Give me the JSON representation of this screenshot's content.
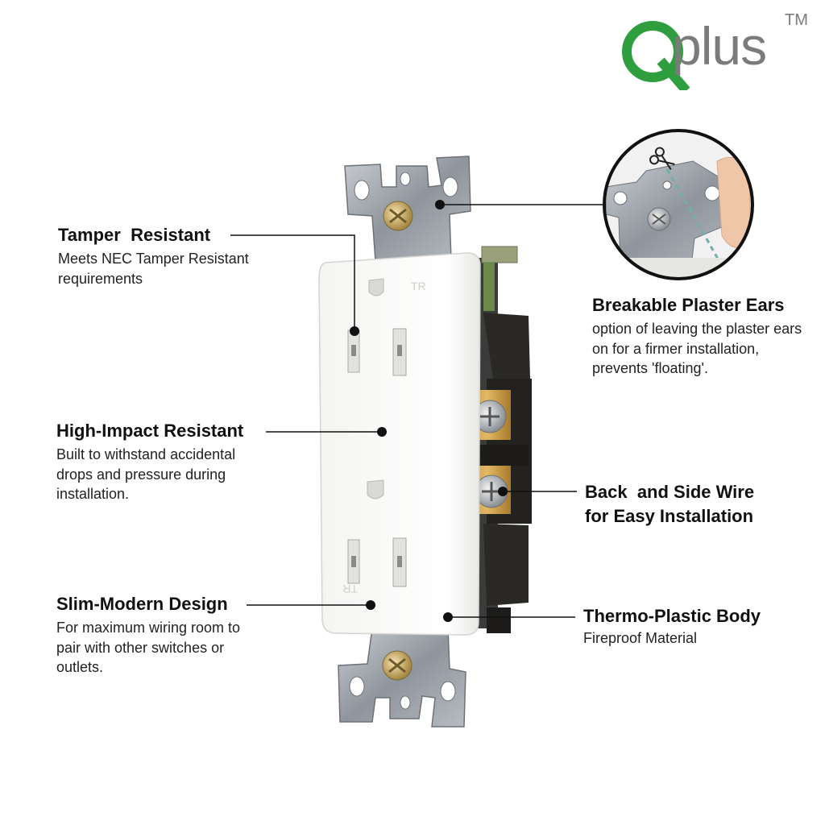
{
  "brand": {
    "name": "Qplus",
    "mark_letter": "Q",
    "text_rest": "plus",
    "trademark": "TM",
    "colors": {
      "q_green": "#2f9e3e",
      "text_gray": "#7b7b7b"
    }
  },
  "outlet": {
    "tr_marking": "TR"
  },
  "features": {
    "tamper": {
      "title": "Tamper  Resistant",
      "desc": "Meets NEC Tamper Resistant requirements"
    },
    "impact": {
      "title": "High-Impact Resistant",
      "desc": "Built to withstand accidental drops and pressure during installation."
    },
    "slim": {
      "title": "Slim-Modern Design",
      "desc": "For maximum wiring room to pair with other switches or outlets."
    },
    "ears": {
      "title": "Breakable Plaster Ears",
      "desc": "option of leaving the plaster ears on for a firmer installation, prevents 'floating'."
    },
    "wire": {
      "title_line1": "Back  and Side Wire",
      "title_line2": "for Easy Installation"
    },
    "body": {
      "title": "Thermo-Plastic Body",
      "desc": "Fireproof Material"
    }
  }
}
